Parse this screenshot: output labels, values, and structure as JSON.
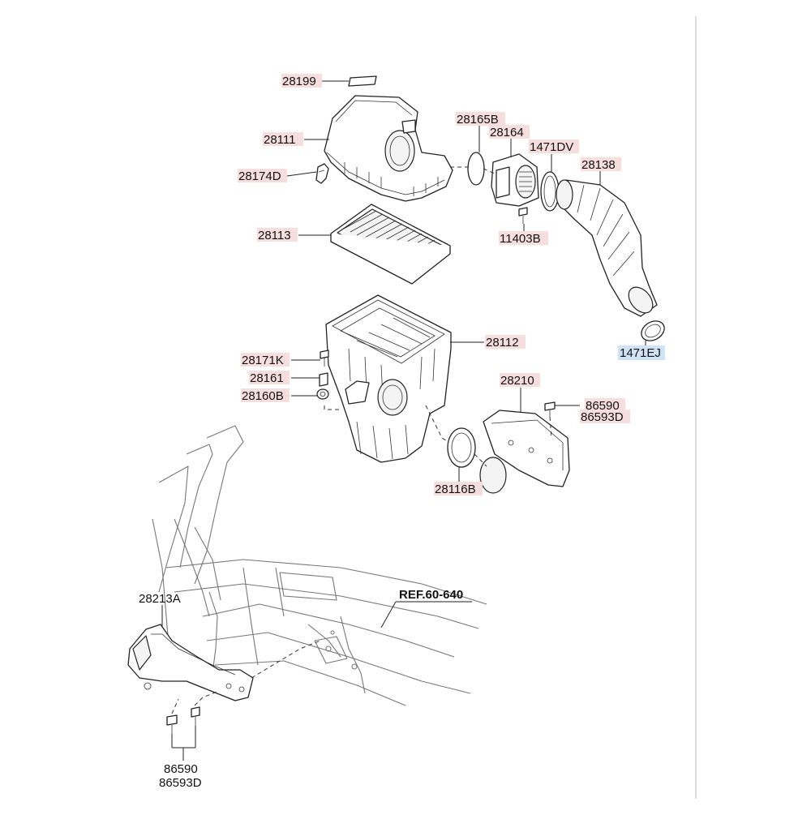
{
  "labels": {
    "p28199": "28199",
    "p28111": "28111",
    "p28174D": "28174D",
    "p28113": "28113",
    "p28165B": "28165B",
    "p28164": "28164",
    "p1471DV": "1471DV",
    "p28138": "28138",
    "p11403B": "11403B",
    "p1471EJ": "1471EJ",
    "p28112": "28112",
    "p28171K": "28171K",
    "p28161": "28161",
    "p28160B": "28160B",
    "p28210": "28210",
    "p86590_top": "86590",
    "p86593D_top": "86593D",
    "p28116B": "28116B",
    "p28213A": "28213A",
    "ref": "REF.60-640",
    "p86590_bot": "86590",
    "p86593D_bot": "86593D"
  },
  "colors": {
    "label_highlight": "#f6dede",
    "selected_highlight": "#cfe3f5"
  }
}
